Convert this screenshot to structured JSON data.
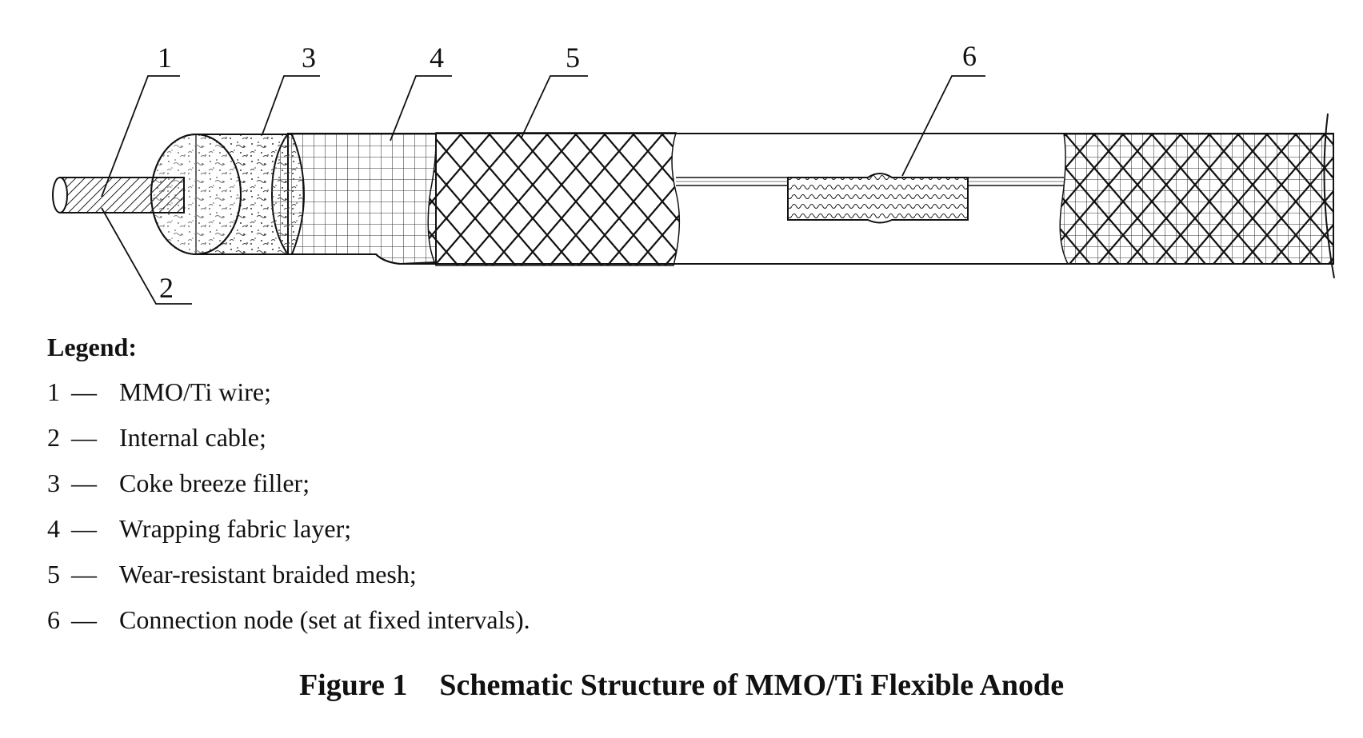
{
  "callouts": [
    {
      "id": "1"
    },
    {
      "id": "2"
    },
    {
      "id": "3"
    },
    {
      "id": "4"
    },
    {
      "id": "5"
    },
    {
      "id": "6"
    }
  ],
  "legend": {
    "title": "Legend:",
    "dash": "—",
    "items": [
      {
        "num": "1",
        "text": "MMO/Ti wire;"
      },
      {
        "num": "2",
        "text": "Internal cable;"
      },
      {
        "num": "3",
        "text": "Coke breeze filler;"
      },
      {
        "num": "4",
        "text": "Wrapping fabric layer;"
      },
      {
        "num": "5",
        "text": "Wear-resistant braided mesh;"
      },
      {
        "num": "6",
        "text": "Connection node (set at fixed intervals)."
      }
    ]
  },
  "caption": {
    "label": "Figure 1",
    "title": "Schematic Structure of MMO/Ti Flexible Anode"
  }
}
